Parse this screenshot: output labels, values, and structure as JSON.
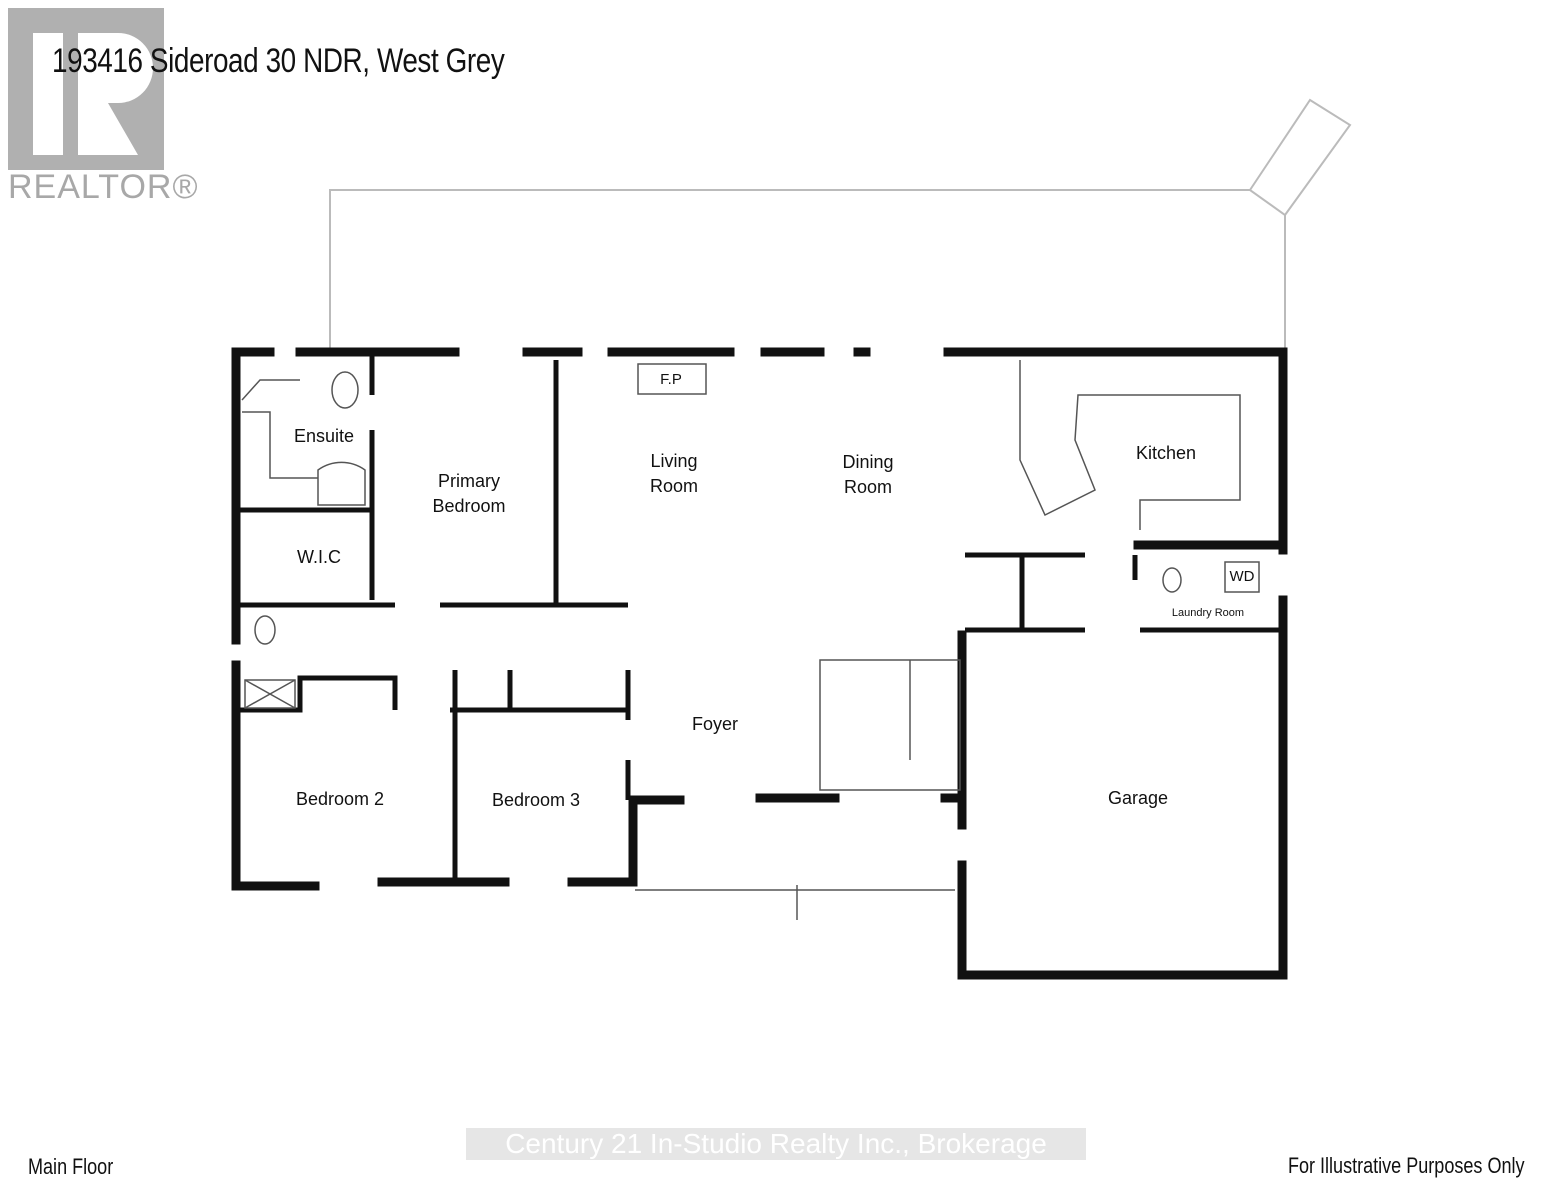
{
  "title": "193416 Sideroad 30 NDR, West Grey",
  "logo": {
    "text": "REALTOR®",
    "icon": "realtor-r-logo"
  },
  "rooms": {
    "ensuite": "Ensuite",
    "primary_bedroom_1": "Primary",
    "primary_bedroom_2": "Bedroom",
    "wic": "W.I.C",
    "living_1": "Living",
    "living_2": "Room",
    "dining_1": "Dining",
    "dining_2": "Room",
    "kitchen": "Kitchen",
    "laundry": "Laundry Room",
    "wd": "WD",
    "fireplace": "F.P",
    "foyer": "Foyer",
    "bedroom2": "Bedroom 2",
    "bedroom3": "Bedroom 3",
    "garage": "Garage"
  },
  "footer": {
    "floor": "Main Floor",
    "watermark": "Century 21 In-Studio Realty Inc., Brokerage",
    "disclaimer": "For Illustrative Purposes Only"
  }
}
